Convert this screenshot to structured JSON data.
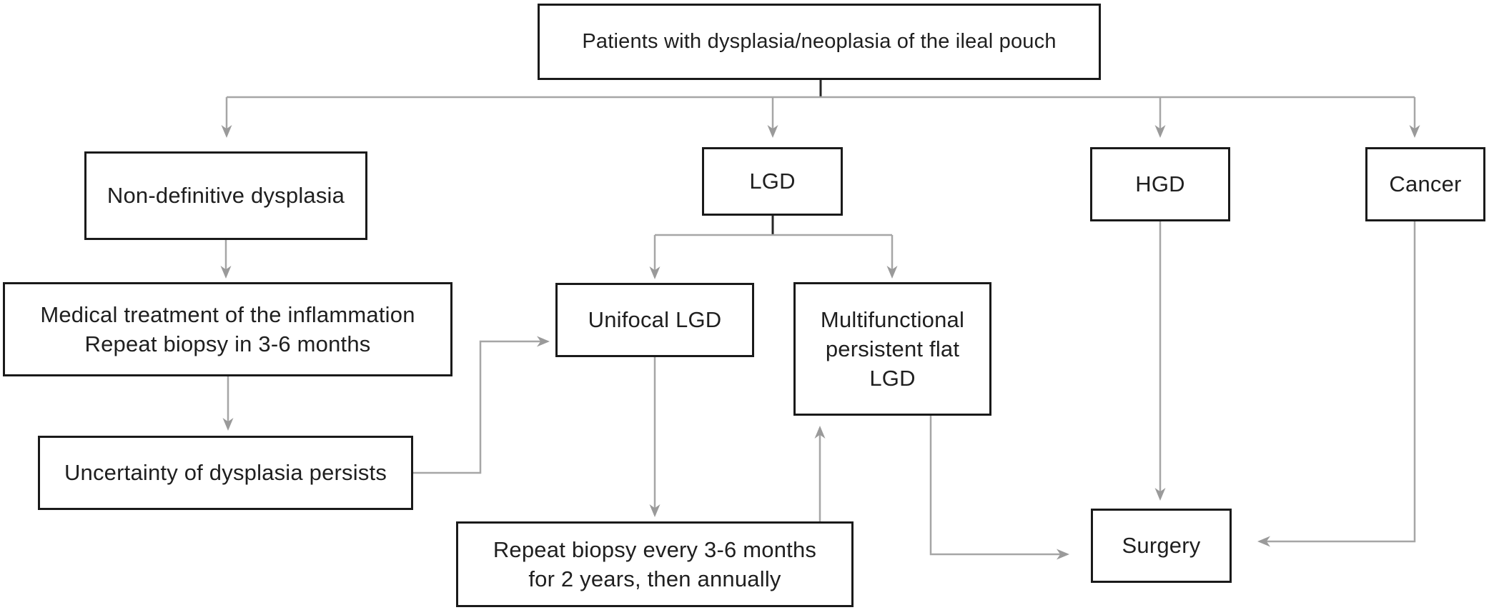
{
  "figure": {
    "type": "flowchart",
    "background": "#ffffff"
  },
  "colors": {
    "box_border": "#1a1a1a",
    "box_fill": "#ffffff",
    "text": "#1f1f1f",
    "connector_gray": "#a6a6a6",
    "connector_black": "#262626",
    "arrowhead": "#9a9a9a"
  },
  "nodes": {
    "top": {
      "label": "Patients with dysplasia/neoplasia of the ileal pouch"
    },
    "non_definitive": {
      "label": "Non-definitive dysplasia"
    },
    "lgd": {
      "label": "LGD"
    },
    "hgd": {
      "label": "HGD"
    },
    "cancer": {
      "label": "Cancer"
    },
    "medical": {
      "label": "Medical treatment of the inflammation\nRepeat biopsy in 3-6 months"
    },
    "uncertainty": {
      "label": "Uncertainty of dysplasia persists"
    },
    "unifocal": {
      "label": "Unifocal LGD"
    },
    "multifocal": {
      "label": "Multifunctional\npersistent flat\nLGD"
    },
    "repeat": {
      "label": "Repeat biopsy every 3-6 months\nfor 2 years, then annually"
    },
    "surgery": {
      "label": "Surgery"
    }
  },
  "edges": [
    {
      "from": "top",
      "to": "non_definitive"
    },
    {
      "from": "top",
      "to": "lgd"
    },
    {
      "from": "top",
      "to": "hgd"
    },
    {
      "from": "top",
      "to": "cancer"
    },
    {
      "from": "non_definitive",
      "to": "medical"
    },
    {
      "from": "medical",
      "to": "uncertainty"
    },
    {
      "from": "uncertainty",
      "to": "unifocal"
    },
    {
      "from": "lgd",
      "to": "unifocal"
    },
    {
      "from": "lgd",
      "to": "multifocal"
    },
    {
      "from": "unifocal",
      "to": "repeat"
    },
    {
      "from": "repeat",
      "to": "multifocal"
    },
    {
      "from": "multifocal",
      "to": "surgery"
    },
    {
      "from": "hgd",
      "to": "surgery"
    },
    {
      "from": "cancer",
      "to": "surgery"
    }
  ]
}
